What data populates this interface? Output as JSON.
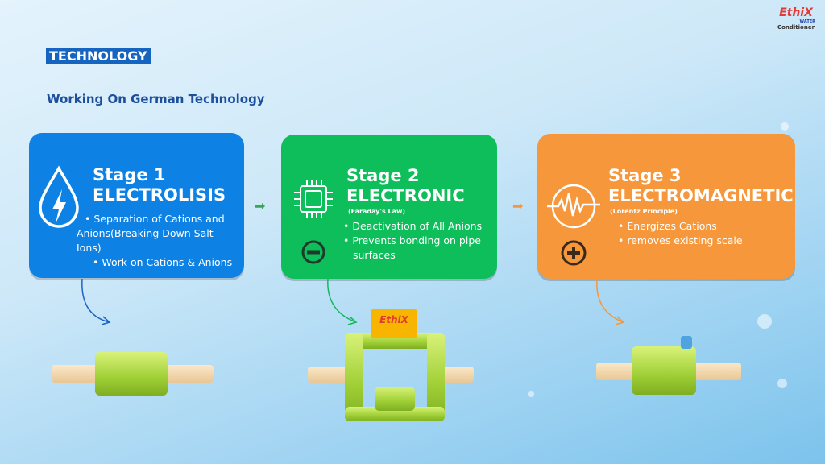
{
  "logo": {
    "brand": "EthiX",
    "sub": "WATER",
    "tag": "Conditioner"
  },
  "header": {
    "tag": "TECHNOLOGY",
    "subtitle": "Working On German Technology"
  },
  "stages": [
    {
      "stage": "Stage 1",
      "name": "ELECTROLISIS",
      "bullets": [
        "Separation of Cations and Anions(Breaking Down Salt Ions)",
        "Work on Cations & Anions"
      ],
      "color": "#0d82e4"
    },
    {
      "stage": "Stage 2",
      "name": "ELECTRONIC",
      "law": "(Faraday's Law)",
      "bullets": [
        "Deactivation of All Anions",
        "Prevents bonding on pipe surfaces"
      ],
      "color": "#0dbe5a"
    },
    {
      "stage": "Stage 3",
      "name": "ELECTROMAGNETIC",
      "law": "(Lorentz Principle)",
      "bullets": [
        "Energizes Cations",
        "removes existing scale"
      ],
      "color": "#f5973a"
    }
  ]
}
